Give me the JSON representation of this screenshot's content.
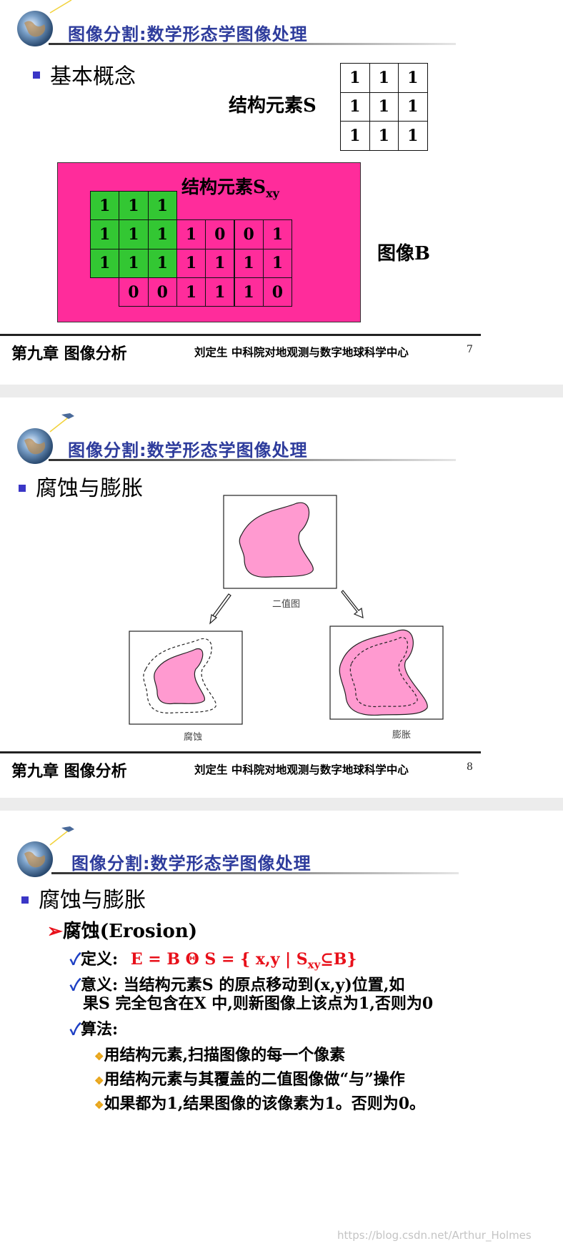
{
  "header_title": "图像分割:数学形态学图像处理",
  "footer": {
    "chapter": "第九章 图像分析",
    "author": "刘定生  中科院对地观测与数字地球科学中心"
  },
  "slides": [
    {
      "page": "7",
      "heading": "基本概念",
      "struct_label": "结构元素S",
      "struct_matrix": [
        [
          "1",
          "1",
          "1"
        ],
        [
          "1",
          "1",
          "1"
        ],
        [
          "1",
          "1",
          "1"
        ]
      ],
      "sxy_label": "结构元素S",
      "sxy_sub": "xy",
      "image_label": "图像B",
      "image_rows": [
        [
          "1",
          "1",
          "1",
          "",
          "",
          "",
          ""
        ],
        [
          "1",
          "1",
          "1",
          "1",
          "0",
          "0",
          "1"
        ],
        [
          "1",
          "1",
          "1",
          "1",
          "1",
          "1",
          "1"
        ],
        [
          "",
          "0",
          "0",
          "1",
          "1",
          "1",
          "0"
        ]
      ],
      "colors": {
        "pink": "#ff2c9b",
        "green": "#33c733"
      }
    },
    {
      "page": "8",
      "heading": "腐蚀与膨胀",
      "captions": {
        "binary": "二值图",
        "erosion": "腐蚀",
        "dilation": "膨胀"
      },
      "colors": {
        "shape_fill": "#ff9ad0"
      }
    },
    {
      "heading": "腐蚀与膨胀",
      "sub_heading": "腐蚀(Erosion)",
      "def_label": "定义:",
      "def_formula": "E = B Θ S = { x,y | S",
      "def_sub": "xy",
      "def_tail": "⊆B}",
      "meaning_1": "意义: 当结构元素S 的原点移动到(x,y)位置,如",
      "meaning_2": "果S 完全包含在X 中,则新图像上该点为1,否则为0",
      "algo_label": "算法:",
      "steps": [
        "用结构元素,扫描图像的每一个像素",
        "用结构元素与其覆盖的二值图像做“与”操作",
        "如果都为1,结果图像的该像素为1。否则为0。"
      ]
    }
  ],
  "watermark": "https://blog.csdn.net/Arthur_Holmes"
}
